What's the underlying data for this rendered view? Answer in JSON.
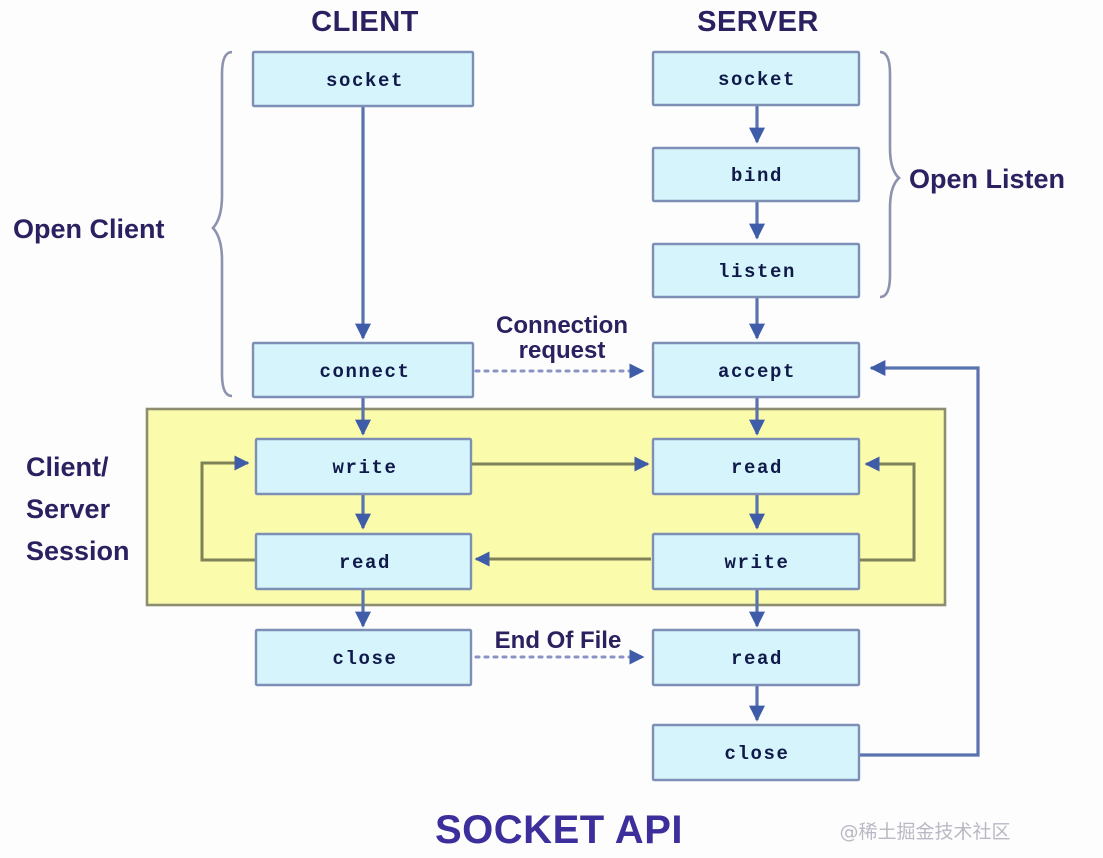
{
  "diagram": {
    "footer_title": "SOCKET API",
    "watermark": "@稀土掘金技术社区",
    "columns": [
      {
        "id": "client",
        "title": "CLIENT"
      },
      {
        "id": "server",
        "title": "SERVER"
      }
    ],
    "group_labels": {
      "open_client": "Open Client",
      "open_listen": "Open Listen",
      "session_line1": "Client/",
      "session_line2": "Server",
      "session_line3": "Session"
    },
    "edge_labels": {
      "connection_request_line1": "Connection",
      "connection_request_line2": "request",
      "end_of_file": "End Of File"
    },
    "client_nodes": [
      {
        "id": "client-socket",
        "label": "socket"
      },
      {
        "id": "client-connect",
        "label": "connect"
      },
      {
        "id": "client-write",
        "label": "write"
      },
      {
        "id": "client-read",
        "label": "read"
      },
      {
        "id": "client-close",
        "label": "close"
      }
    ],
    "server_nodes": [
      {
        "id": "server-socket",
        "label": "socket"
      },
      {
        "id": "server-bind",
        "label": "bind"
      },
      {
        "id": "server-listen",
        "label": "listen"
      },
      {
        "id": "server-accept",
        "label": "accept"
      },
      {
        "id": "server-read1",
        "label": "read"
      },
      {
        "id": "server-write",
        "label": "write"
      },
      {
        "id": "server-read2",
        "label": "read"
      },
      {
        "id": "server-close",
        "label": "close"
      }
    ],
    "colors": {
      "node_fill": "#d6f4fb",
      "node_stroke": "#7d8fb5",
      "session_fill": "#fbfbac",
      "session_stroke": "#8d8d70",
      "arrow": "#5a73ae",
      "loop_arrow": "#7f8257",
      "dashed_arrow": "#8a93c4",
      "text_dark_blue": "#2b2160",
      "footer_purple": "#3c2f9c",
      "background": "#fdfdfd"
    }
  }
}
